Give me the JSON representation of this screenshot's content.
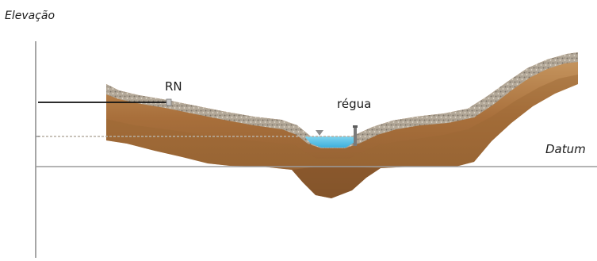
{
  "diagram": {
    "axis_label": "Elevação",
    "benchmark_label": "RN",
    "gauge_label": "régua",
    "datum_label": "Datum"
  },
  "colors": {
    "soil_dark": "#8a5a2e",
    "soil_mid": "#b07a45",
    "soil_light": "#c79862",
    "gravel": "#9d9487",
    "water": "#5fc4e6",
    "datum_line": "#9a9a9a",
    "water_level_line": "#b9b2a6",
    "benchmark_line": "#111111",
    "axis": "#8a8a8a"
  }
}
